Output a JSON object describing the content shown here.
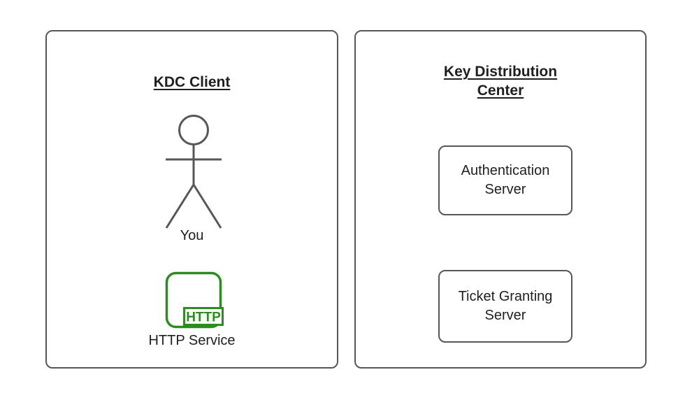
{
  "diagram": {
    "client_panel": {
      "title": "KDC Client",
      "actor_label": "You",
      "service_label": "HTTP Service",
      "service_badge": "HTTP"
    },
    "kdc_panel": {
      "title": "Key Distribution Center",
      "nodes": [
        {
          "label": "Authentication Server"
        },
        {
          "label": "Ticket Granting Server"
        }
      ]
    },
    "colors": {
      "outline": "#575757",
      "text": "#1f1f1f",
      "http_green": "#2e8b22",
      "background": "#ffffff"
    }
  }
}
